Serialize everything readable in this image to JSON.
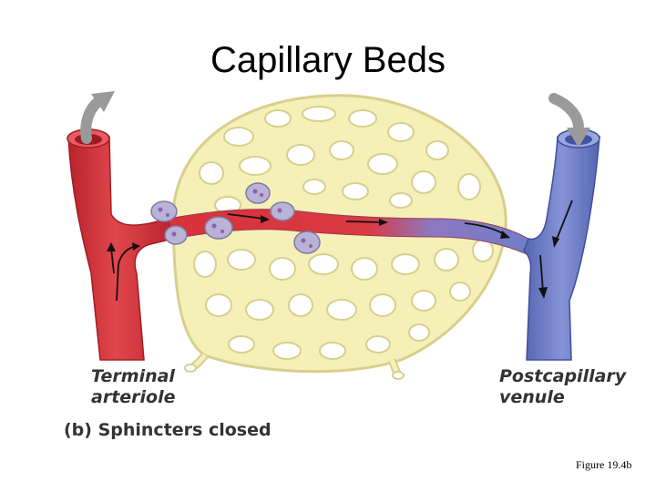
{
  "slide": {
    "title": "Capillary Beds",
    "figure_ref": "Figure 19.4b"
  },
  "diagram": {
    "arteriole_label_line1": "Terminal",
    "arteriole_label_line2": "arteriole",
    "venule_label_line1": "Postcapillary",
    "venule_label_line2": "venule",
    "caption": "(b) Sphincters closed",
    "colors": {
      "arterial": "#d9313a",
      "venous": "#6f7ec9",
      "capillary_fill": "#f5f0b8",
      "capillary_outline": "#d8cf8c",
      "sphincter": "#b9b3d6",
      "flow_arrow": "#9a9a9a"
    }
  }
}
